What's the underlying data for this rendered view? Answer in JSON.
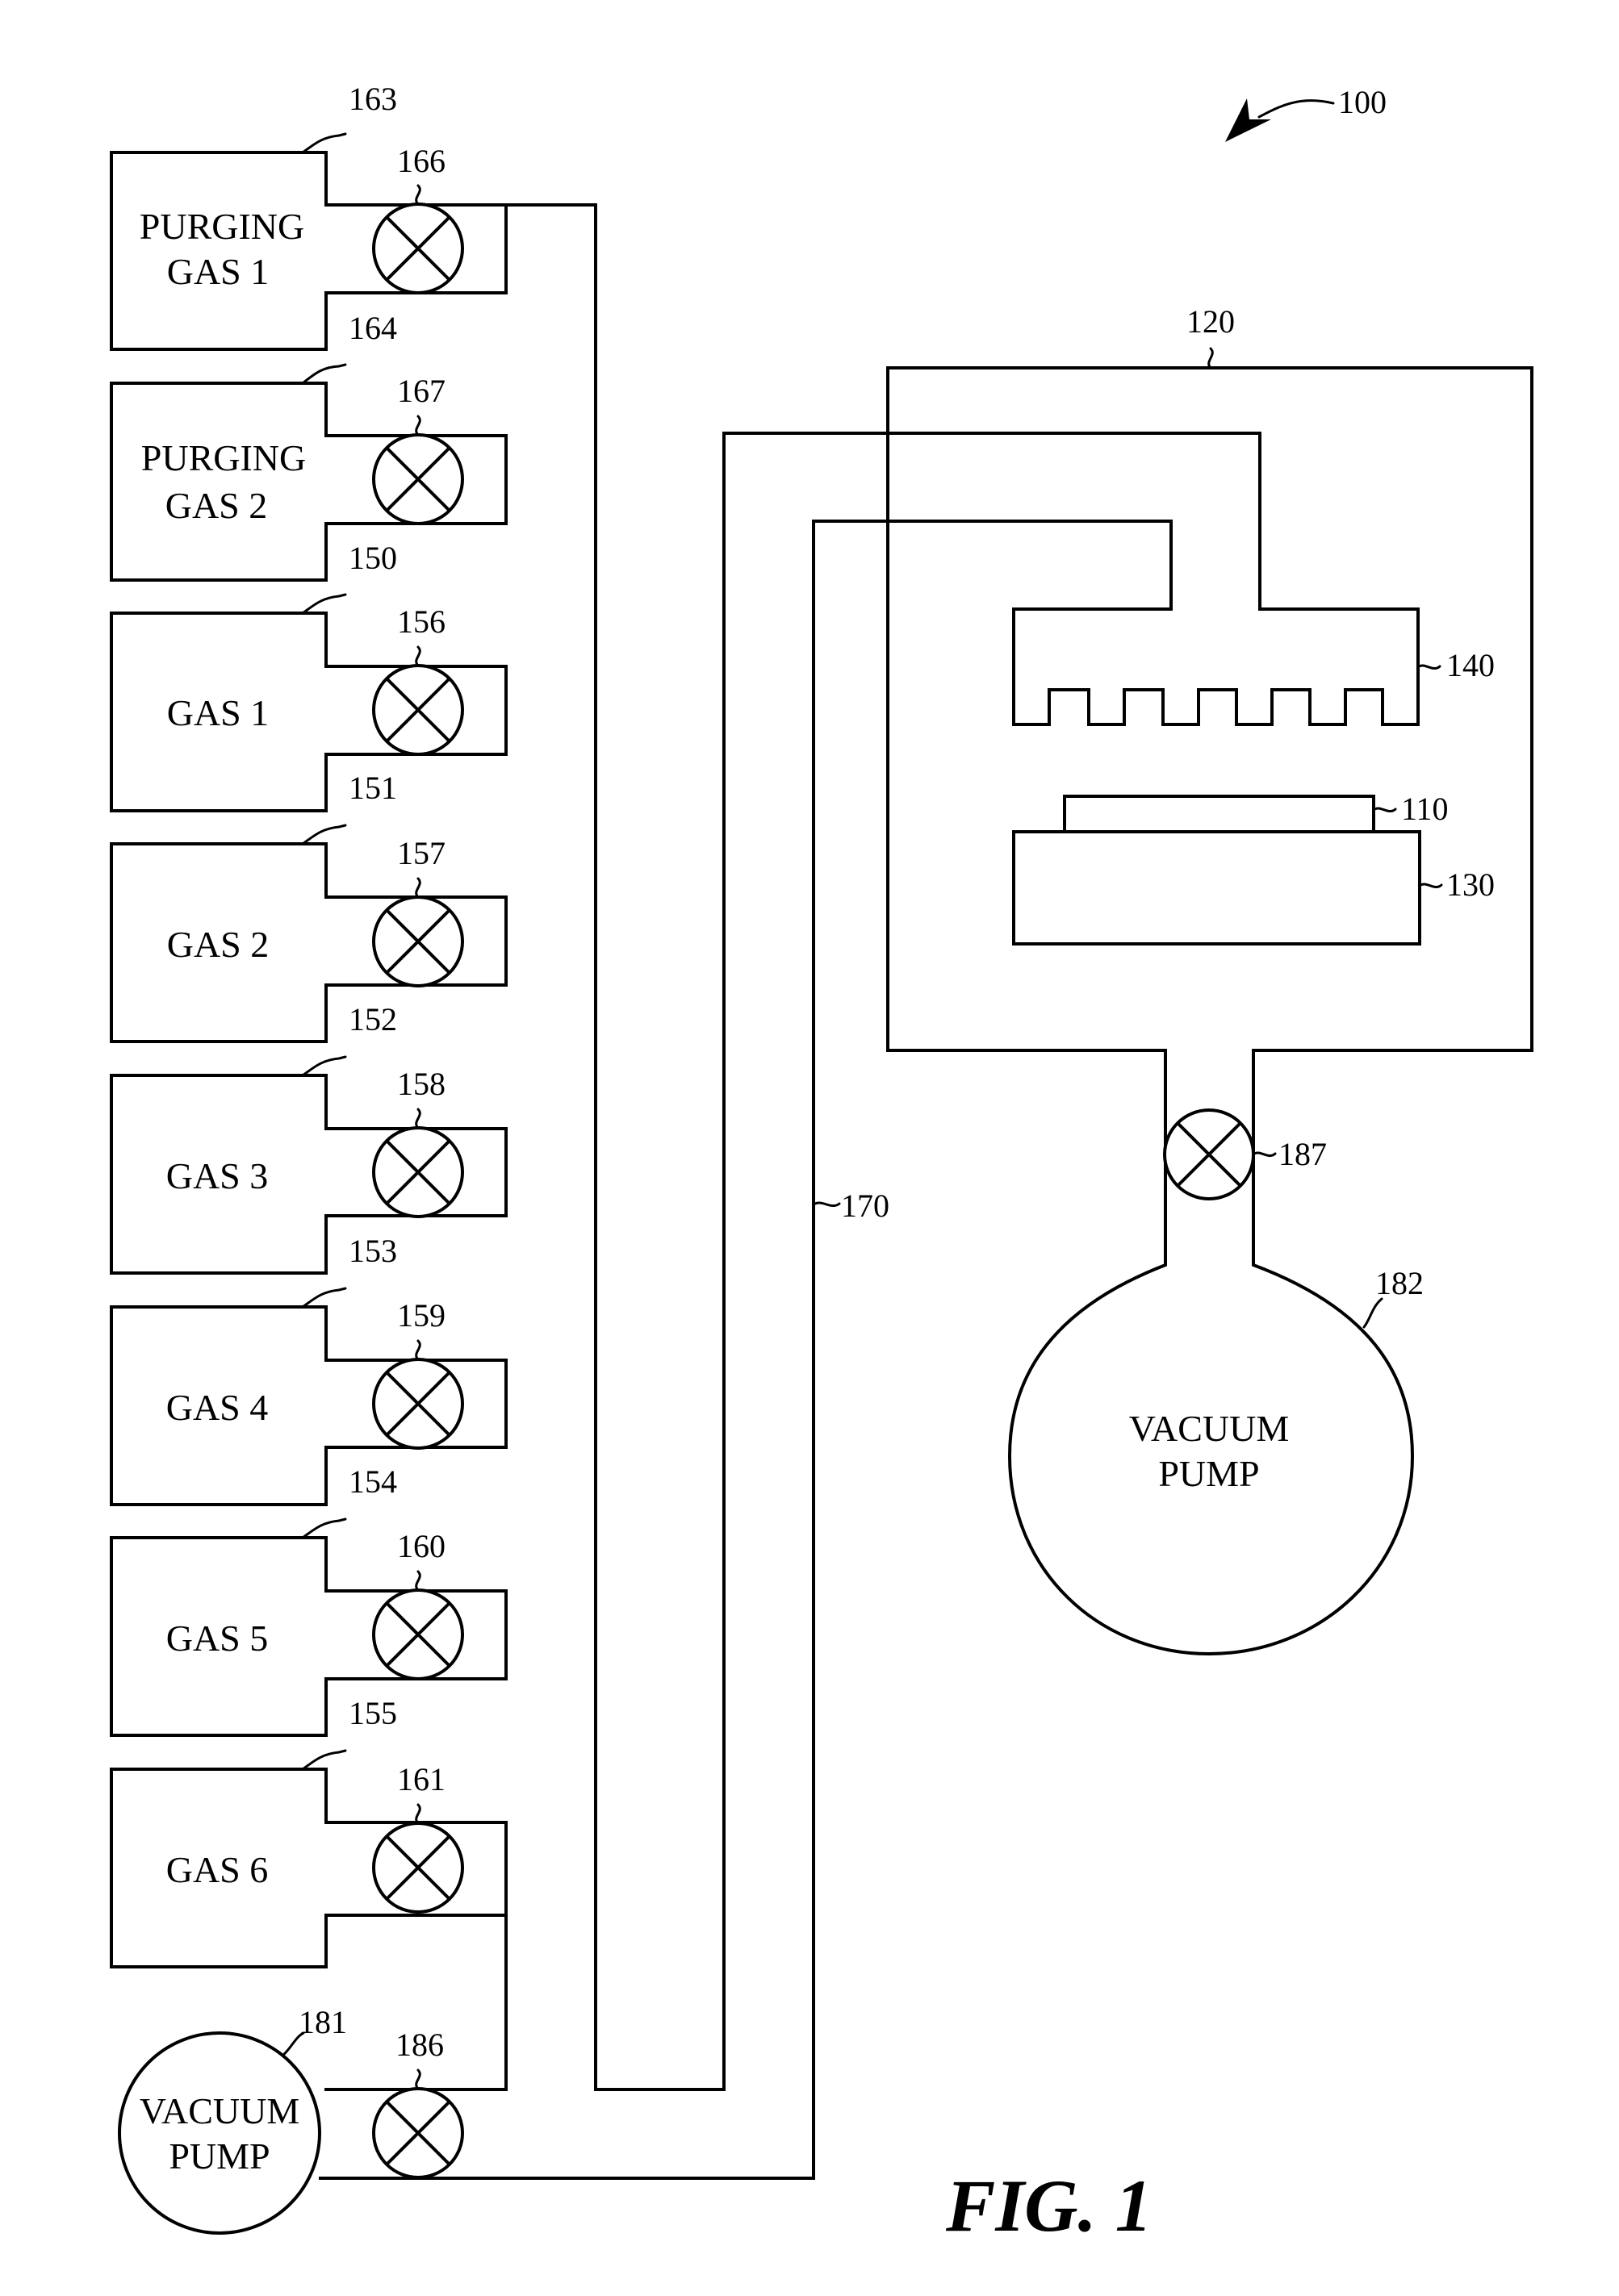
{
  "figure": {
    "number_ref": "100",
    "caption": "FIG. 1"
  },
  "gas_sources": [
    {
      "ref": "163",
      "label_lines": [
        "PURGING",
        "GAS 1"
      ],
      "valve_ref": "166"
    },
    {
      "ref": "164",
      "label_lines": [
        "PURGING",
        "GAS 2"
      ],
      "valve_ref": "167"
    },
    {
      "ref": "150",
      "label_lines": [
        "GAS 1"
      ],
      "valve_ref": "156"
    },
    {
      "ref": "151",
      "label_lines": [
        "GAS 2"
      ],
      "valve_ref": "157"
    },
    {
      "ref": "152",
      "label_lines": [
        "GAS 3"
      ],
      "valve_ref": "158"
    },
    {
      "ref": "153",
      "label_lines": [
        "GAS 4"
      ],
      "valve_ref": "159"
    },
    {
      "ref": "154",
      "label_lines": [
        "GAS 5"
      ],
      "valve_ref": "160"
    },
    {
      "ref": "155",
      "label_lines": [
        "GAS 6"
      ],
      "valve_ref": "161"
    }
  ],
  "small_pump": {
    "ref": "181",
    "label_lines": [
      "VACUUM",
      "PUMP"
    ],
    "valve_ref": "186"
  },
  "gas_line_ref": "170",
  "chamber": {
    "ref": "120",
    "showerhead_ref": "140",
    "substrate_ref": "110",
    "pedestal_ref": "130",
    "exhaust_valve_ref": "187"
  },
  "main_pump": {
    "ref": "182",
    "label_lines": [
      "VACUUM",
      "PUMP"
    ]
  }
}
